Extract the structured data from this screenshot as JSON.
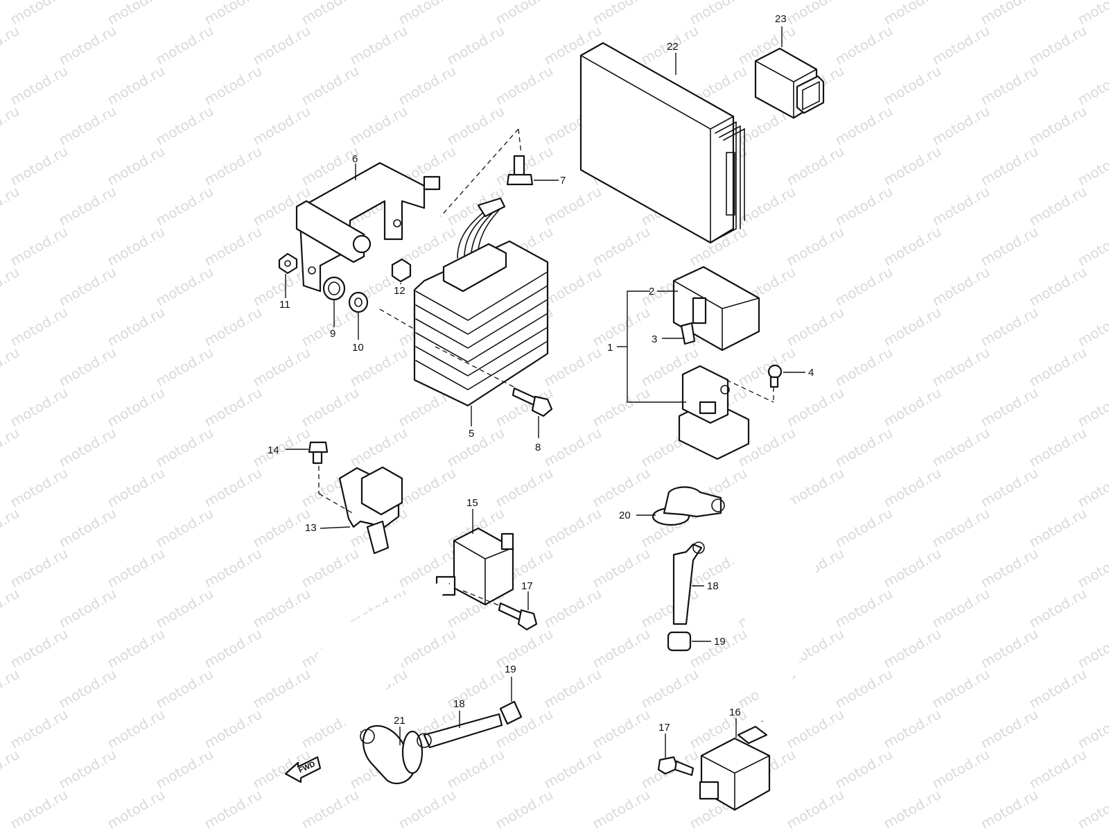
{
  "watermark": {
    "text": "motod.ru"
  },
  "callouts": [
    {
      "id": "1",
      "label": "1"
    },
    {
      "id": "2",
      "label": "2"
    },
    {
      "id": "3",
      "label": "3"
    },
    {
      "id": "4",
      "label": "4"
    },
    {
      "id": "5",
      "label": "5"
    },
    {
      "id": "6",
      "label": "6"
    },
    {
      "id": "7",
      "label": "7"
    },
    {
      "id": "8",
      "label": "8"
    },
    {
      "id": "9",
      "label": "9"
    },
    {
      "id": "10",
      "label": "10"
    },
    {
      "id": "11",
      "label": "11"
    },
    {
      "id": "12",
      "label": "12"
    },
    {
      "id": "13",
      "label": "13"
    },
    {
      "id": "14",
      "label": "14"
    },
    {
      "id": "15",
      "label": "15"
    },
    {
      "id": "16",
      "label": "16"
    },
    {
      "id": "17a",
      "label": "17"
    },
    {
      "id": "17b",
      "label": "17"
    },
    {
      "id": "18a",
      "label": "18"
    },
    {
      "id": "18b",
      "label": "18"
    },
    {
      "id": "19a",
      "label": "19"
    },
    {
      "id": "19b",
      "label": "19"
    },
    {
      "id": "20",
      "label": "20"
    },
    {
      "id": "21",
      "label": "21"
    },
    {
      "id": "22",
      "label": "22"
    },
    {
      "id": "23",
      "label": "23"
    }
  ],
  "fwd_badge": {
    "label": "FWD"
  },
  "icons": {
    "fwd": "arrow-left-icon"
  }
}
